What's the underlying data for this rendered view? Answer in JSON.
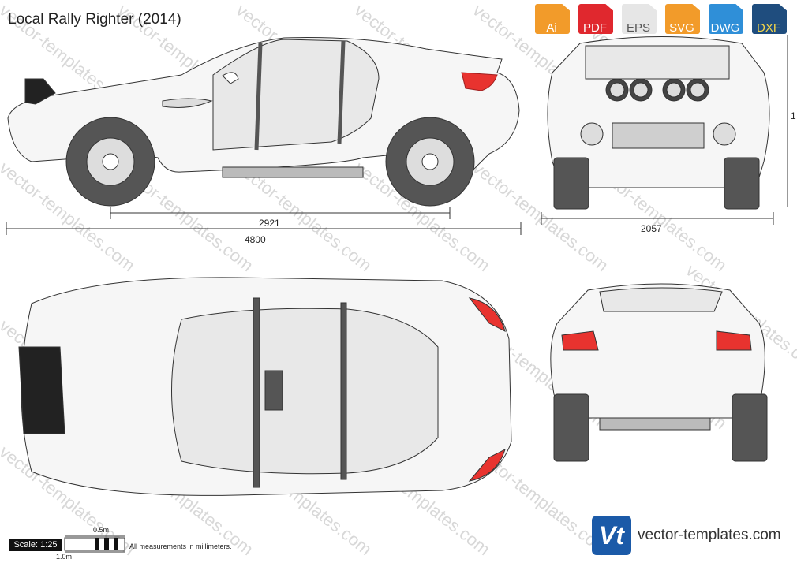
{
  "title": "Local Rally Righter (2014)",
  "formats": [
    {
      "label": "Ai",
      "color": "#f29b2a"
    },
    {
      "label": "PDF",
      "color": "#e0282e"
    },
    {
      "label": "EPS",
      "color": "#e6e6e6"
    },
    {
      "label": "SVG",
      "color": "#f29b2a"
    },
    {
      "label": "DWG",
      "color": "#2f8fd8"
    },
    {
      "label": "DXF",
      "color": "#1f4d7e"
    }
  ],
  "dimensions": {
    "wheelbase": "2921",
    "length": "4800",
    "width": "2057",
    "height_partial": "1"
  },
  "scale": {
    "label": "Scale: 1:25",
    "half_meter": "0.5m",
    "one_meter": "1.0m"
  },
  "note": "All measurements in millimeters.",
  "watermark": "vector-templates.com",
  "brand": {
    "logo": "Vt",
    "site": "vector-templates.com"
  }
}
